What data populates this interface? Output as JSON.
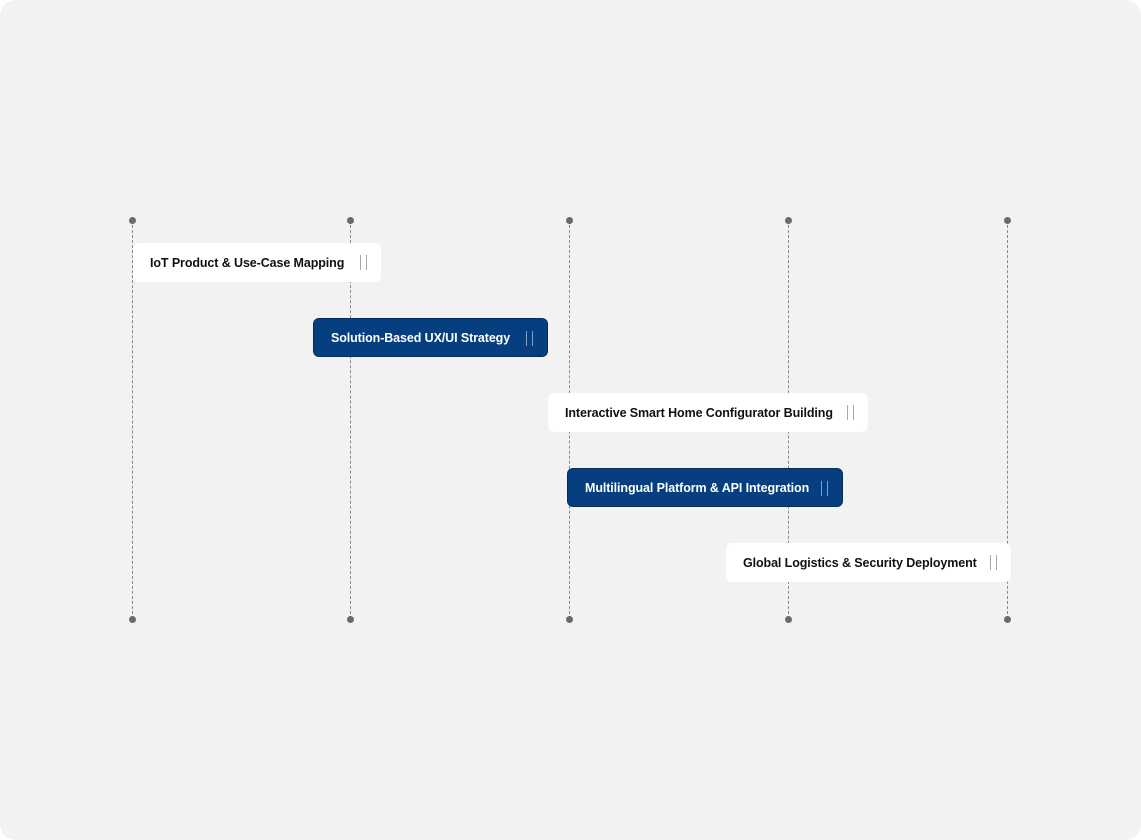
{
  "timeline": {
    "columns": 5
  },
  "tasks": [
    {
      "label": "IoT Product & Use-Case Mapping",
      "style": "light"
    },
    {
      "label": "Solution-Based UX/UI Strategy",
      "style": "dark"
    },
    {
      "label": "Interactive Smart Home Configurator Building",
      "style": "light"
    },
    {
      "label": "Multilingual Platform & API Integration",
      "style": "dark"
    },
    {
      "label": "Global Logistics & Security Deployment",
      "style": "light"
    }
  ],
  "colors": {
    "background": "#f2f2f3",
    "light_task": "#ffffff",
    "dark_task": "#063f80",
    "guide_line": "#8a8a8a"
  }
}
